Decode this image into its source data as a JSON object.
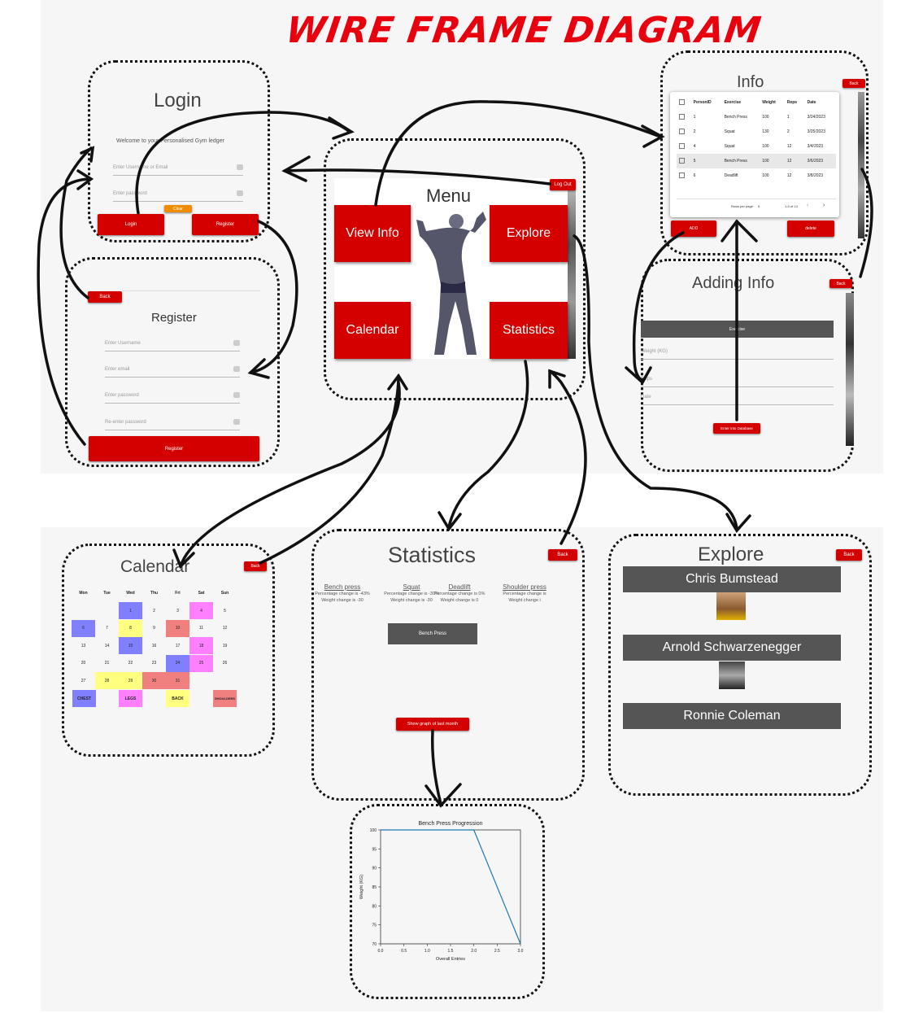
{
  "title": "WIRE FRAME DIAGRAM",
  "login": {
    "title": "Login",
    "welcome": "Welcome to your Personalised Gym ledger",
    "username_placeholder": "Enter Username or Email",
    "password_placeholder": "Enter password",
    "clear_label": "Clear",
    "login_label": "Login",
    "register_label": "Register"
  },
  "register": {
    "back_label": "Back",
    "title": "Register",
    "username_placeholder": "Enter Username",
    "email_placeholder": "Enter email",
    "password_placeholder": "Enter password",
    "reenter_placeholder": "Re-enter password",
    "register_label": "Register"
  },
  "menu": {
    "title": "Menu",
    "logout_label": "Log Out",
    "view_info_label": "View Info",
    "explore_label": "Explore",
    "calendar_label": "Calendar",
    "statistics_label": "Statistics"
  },
  "info": {
    "title": "Info",
    "back_label": "Back",
    "columns": [
      "PersonID",
      "Exercise",
      "Weight",
      "Reps",
      "Date"
    ],
    "rows": [
      [
        "1",
        "Bench Press",
        "100",
        "1",
        "3/24/2023"
      ],
      [
        "2",
        "Squat",
        "130",
        "2",
        "3/25/2023"
      ],
      [
        "4",
        "Squat",
        "100",
        "12",
        "3/4/2023"
      ],
      [
        "5",
        "Bench Press",
        "100",
        "12",
        "3/6/2023"
      ],
      [
        "6",
        "Deadlift",
        "100",
        "12",
        "3/8/2023"
      ]
    ],
    "rows_per_page_label": "Rows per page:",
    "rows_per_page_value": "5",
    "pagination": "1-5 of 14",
    "add_label": "ADD",
    "delete_label": "delete"
  },
  "adding_info": {
    "title": "Adding Info",
    "back_label": "Back",
    "exercise_label": "Exercise",
    "weight_label": "Weight (KG)",
    "reps_label": "Reps",
    "date_label": "Date",
    "submit_label": "Enter into Database"
  },
  "calendar": {
    "title": "Calendar",
    "back_label": "Back",
    "days": [
      "Mon",
      "Tue",
      "Wed",
      "Thu",
      "Fri",
      "Sat",
      "Sun"
    ],
    "weeks": [
      [
        "",
        "",
        "1",
        "2",
        "3",
        "4",
        "5"
      ],
      [
        "6",
        "7",
        "8",
        "9",
        "10",
        "11",
        "12"
      ],
      [
        "13",
        "14",
        "15",
        "16",
        "17",
        "18",
        "19"
      ],
      [
        "20",
        "21",
        "22",
        "23",
        "24",
        "25",
        "26"
      ],
      [
        "27",
        "28",
        "29",
        "30",
        "31",
        "",
        ""
      ]
    ],
    "legend": [
      "CHEST",
      "LEGS",
      "BACK",
      "SHOULDERS"
    ],
    "colors": {
      "chest": "#8080ff",
      "legs": "#ff80ff",
      "back": "#ffff80",
      "shoulders": "#f08080"
    }
  },
  "statistics": {
    "title": "Statistics",
    "back_label": "Back",
    "exercises": [
      {
        "name": "Bench press",
        "pct": "Percentage change is -43%",
        "weight": "Weight change is -30"
      },
      {
        "name": "Squat",
        "pct": "Percentage change is -30%",
        "weight": "Weight change is -30"
      },
      {
        "name": "Deadlift",
        "pct": "Percentage change is 0%",
        "weight": "Weight change is 0"
      },
      {
        "name": "Shoulder press",
        "pct": "Percentage change is",
        "weight": "Weight change i"
      }
    ],
    "select_label": "Bench Press",
    "graph_button_label": "Show graph of last month"
  },
  "explore": {
    "title": "Explore",
    "back_label": "Back",
    "people": [
      "Chris Bumstead",
      "Arnold Schwarzenegger",
      "Ronnie Coleman"
    ]
  },
  "chart_data": {
    "type": "line",
    "title": "Bench Press Progression",
    "xlabel": "Overall Entries",
    "ylabel": "Weight (KG)",
    "x": [
      0,
      1,
      2,
      3
    ],
    "y": [
      100,
      100,
      100,
      70
    ],
    "xlim": [
      0,
      3
    ],
    "ylim": [
      70,
      100
    ],
    "xticks": [
      "0.0",
      "0.5",
      "1.0",
      "1.5",
      "2.0",
      "2.5",
      "3.0"
    ],
    "yticks": [
      "70",
      "75",
      "80",
      "85",
      "90",
      "95",
      "100"
    ],
    "line_color": "#1f77b4",
    "grid": false
  }
}
